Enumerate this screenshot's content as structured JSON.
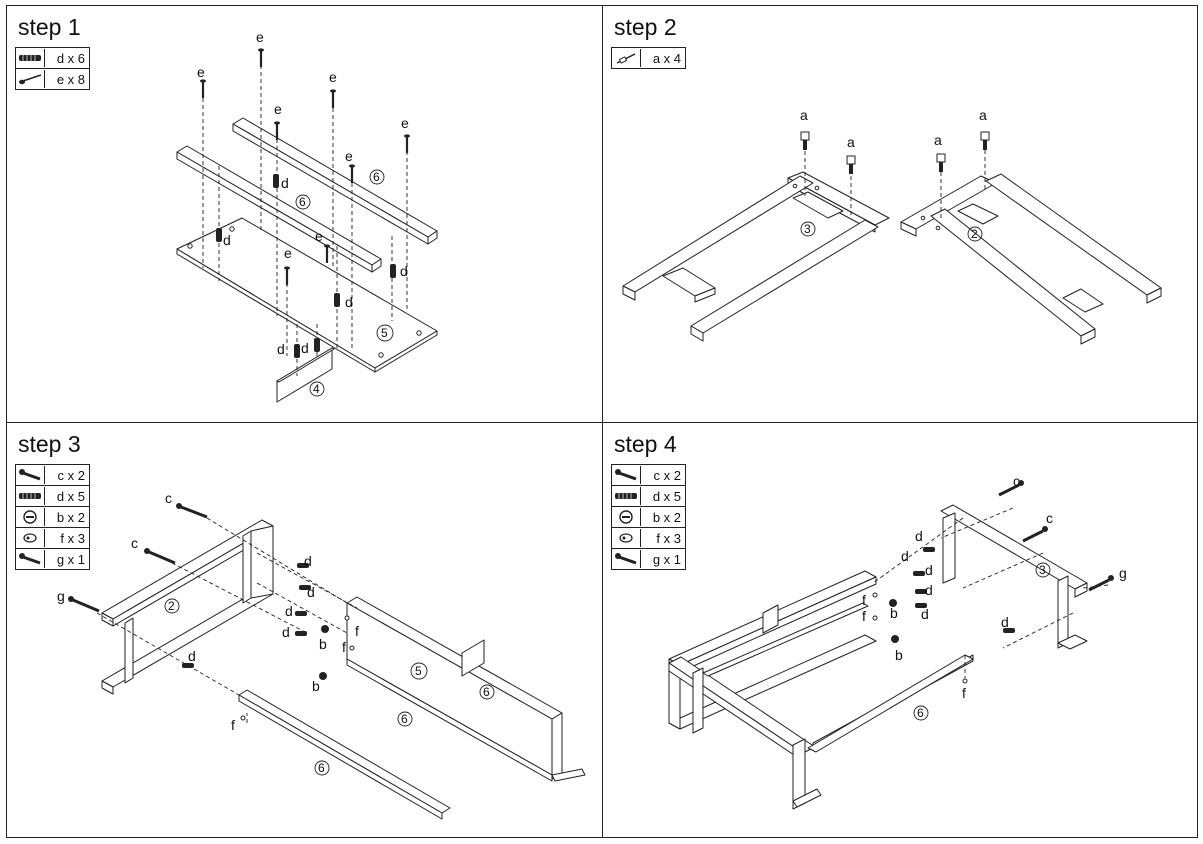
{
  "steps": [
    {
      "title": "step 1",
      "legend": [
        {
          "icon": "dowel-icon",
          "text": "d x 6"
        },
        {
          "icon": "screw-icon",
          "text": "e x 8"
        }
      ],
      "parts": [
        "4",
        "5",
        "6",
        "6"
      ],
      "hardware_labels": [
        "d",
        "e"
      ]
    },
    {
      "title": "step 2",
      "legend": [
        {
          "icon": "cam-bolt-icon",
          "text": "a x 4"
        }
      ],
      "parts": [
        "2",
        "3"
      ],
      "hardware_labels": [
        "a"
      ]
    },
    {
      "title": "step 3",
      "legend": [
        {
          "icon": "bolt-icon",
          "text": "c x 2"
        },
        {
          "icon": "dowel-icon",
          "text": "d x 5"
        },
        {
          "icon": "cam-lock-icon",
          "text": "b x 2"
        },
        {
          "icon": "insert-nut-icon",
          "text": "f x 3"
        },
        {
          "icon": "bolt-icon",
          "text": "g x 1"
        }
      ],
      "parts": [
        "2",
        "5",
        "6",
        "6",
        "6"
      ],
      "hardware_labels": [
        "b",
        "c",
        "d",
        "f",
        "g"
      ]
    },
    {
      "title": "step 4",
      "legend": [
        {
          "icon": "bolt-icon",
          "text": "c x 2"
        },
        {
          "icon": "dowel-icon",
          "text": "d x 5"
        },
        {
          "icon": "cam-lock-icon",
          "text": "b x 2"
        },
        {
          "icon": "insert-nut-icon",
          "text": "f x 3"
        },
        {
          "icon": "bolt-icon",
          "text": "g x 1"
        }
      ],
      "parts": [
        "3",
        "6"
      ],
      "hardware_labels": [
        "b",
        "c",
        "d",
        "f",
        "g"
      ]
    }
  ],
  "colors": {
    "line": "#222222",
    "background": "#ffffff"
  }
}
